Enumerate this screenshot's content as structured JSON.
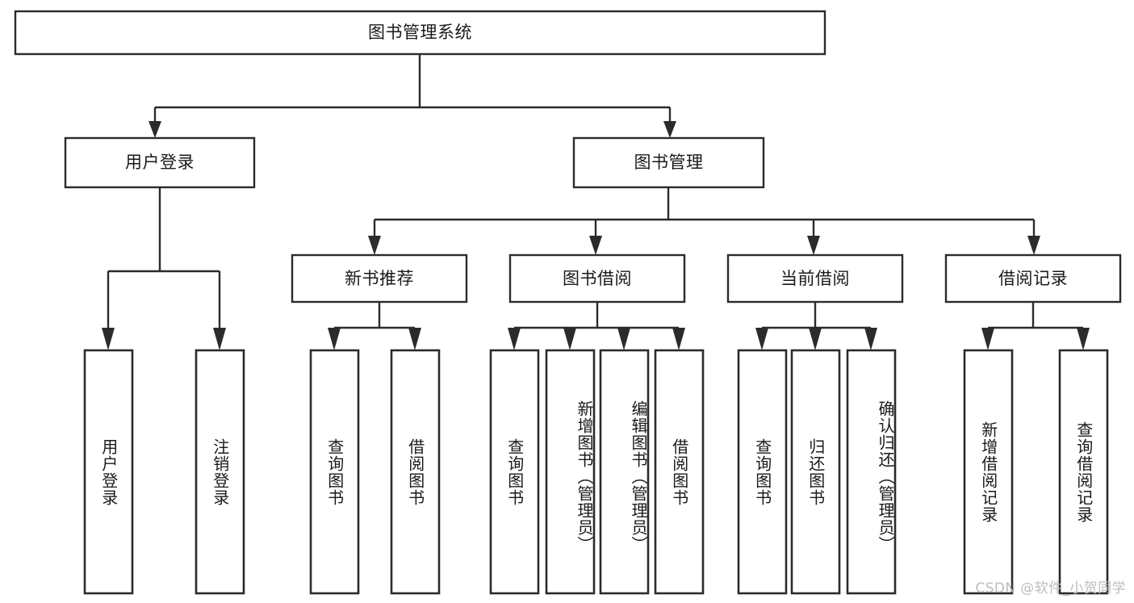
{
  "diagram": {
    "type": "hierarchy-tree",
    "title": "图书管理系统",
    "watermark": "CSDN @软件_小贺同学",
    "colors": {
      "background": "#ffffff",
      "stroke": "#2b2b2b",
      "text": "#1a1a1a",
      "watermark": "#bdbdbd"
    },
    "root": {
      "label": "图书管理系统"
    },
    "level2": [
      {
        "label": "用户登录"
      },
      {
        "label": "图书管理"
      }
    ],
    "level3": [
      {
        "label": "新书推荐"
      },
      {
        "label": "图书借阅"
      },
      {
        "label": "当前借阅"
      },
      {
        "label": "借阅记录"
      }
    ],
    "leaves": {
      "user_login": [
        {
          "label": "用户登录"
        },
        {
          "label": "注销登录"
        }
      ],
      "new_book": [
        {
          "label": "查询图书"
        },
        {
          "label": "借阅图书"
        }
      ],
      "book_borrow": [
        {
          "label": "查询图书"
        },
        {
          "label": "新增图书（管理员）"
        },
        {
          "label": "编辑图书（管理员）"
        },
        {
          "label": "借阅图书"
        }
      ],
      "current_borrow": [
        {
          "label": "查询图书"
        },
        {
          "label": "归还图书"
        },
        {
          "label": "确认归还（管理员）"
        }
      ],
      "borrow_record": [
        {
          "label": "新增借阅记录"
        },
        {
          "label": "查询借阅记录"
        }
      ]
    }
  }
}
